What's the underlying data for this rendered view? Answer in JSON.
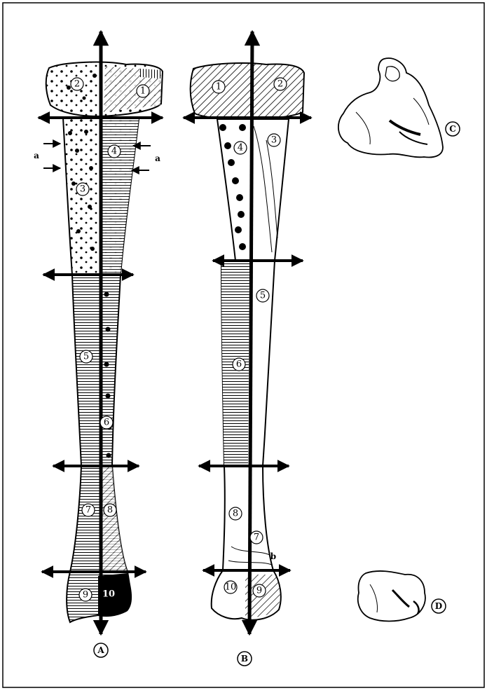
{
  "figure_labels": {
    "A": "A",
    "B": "B",
    "C": "C",
    "D": "D"
  },
  "markers": {
    "a": "a",
    "b": "b"
  },
  "bone_a_regions": [
    "1",
    "2",
    "3",
    "4",
    "5",
    "6",
    "7",
    "8",
    "9",
    "10"
  ],
  "bone_b_regions": [
    "1",
    "2",
    "3",
    "4",
    "5",
    "6",
    "7",
    "8",
    "9",
    "10"
  ]
}
